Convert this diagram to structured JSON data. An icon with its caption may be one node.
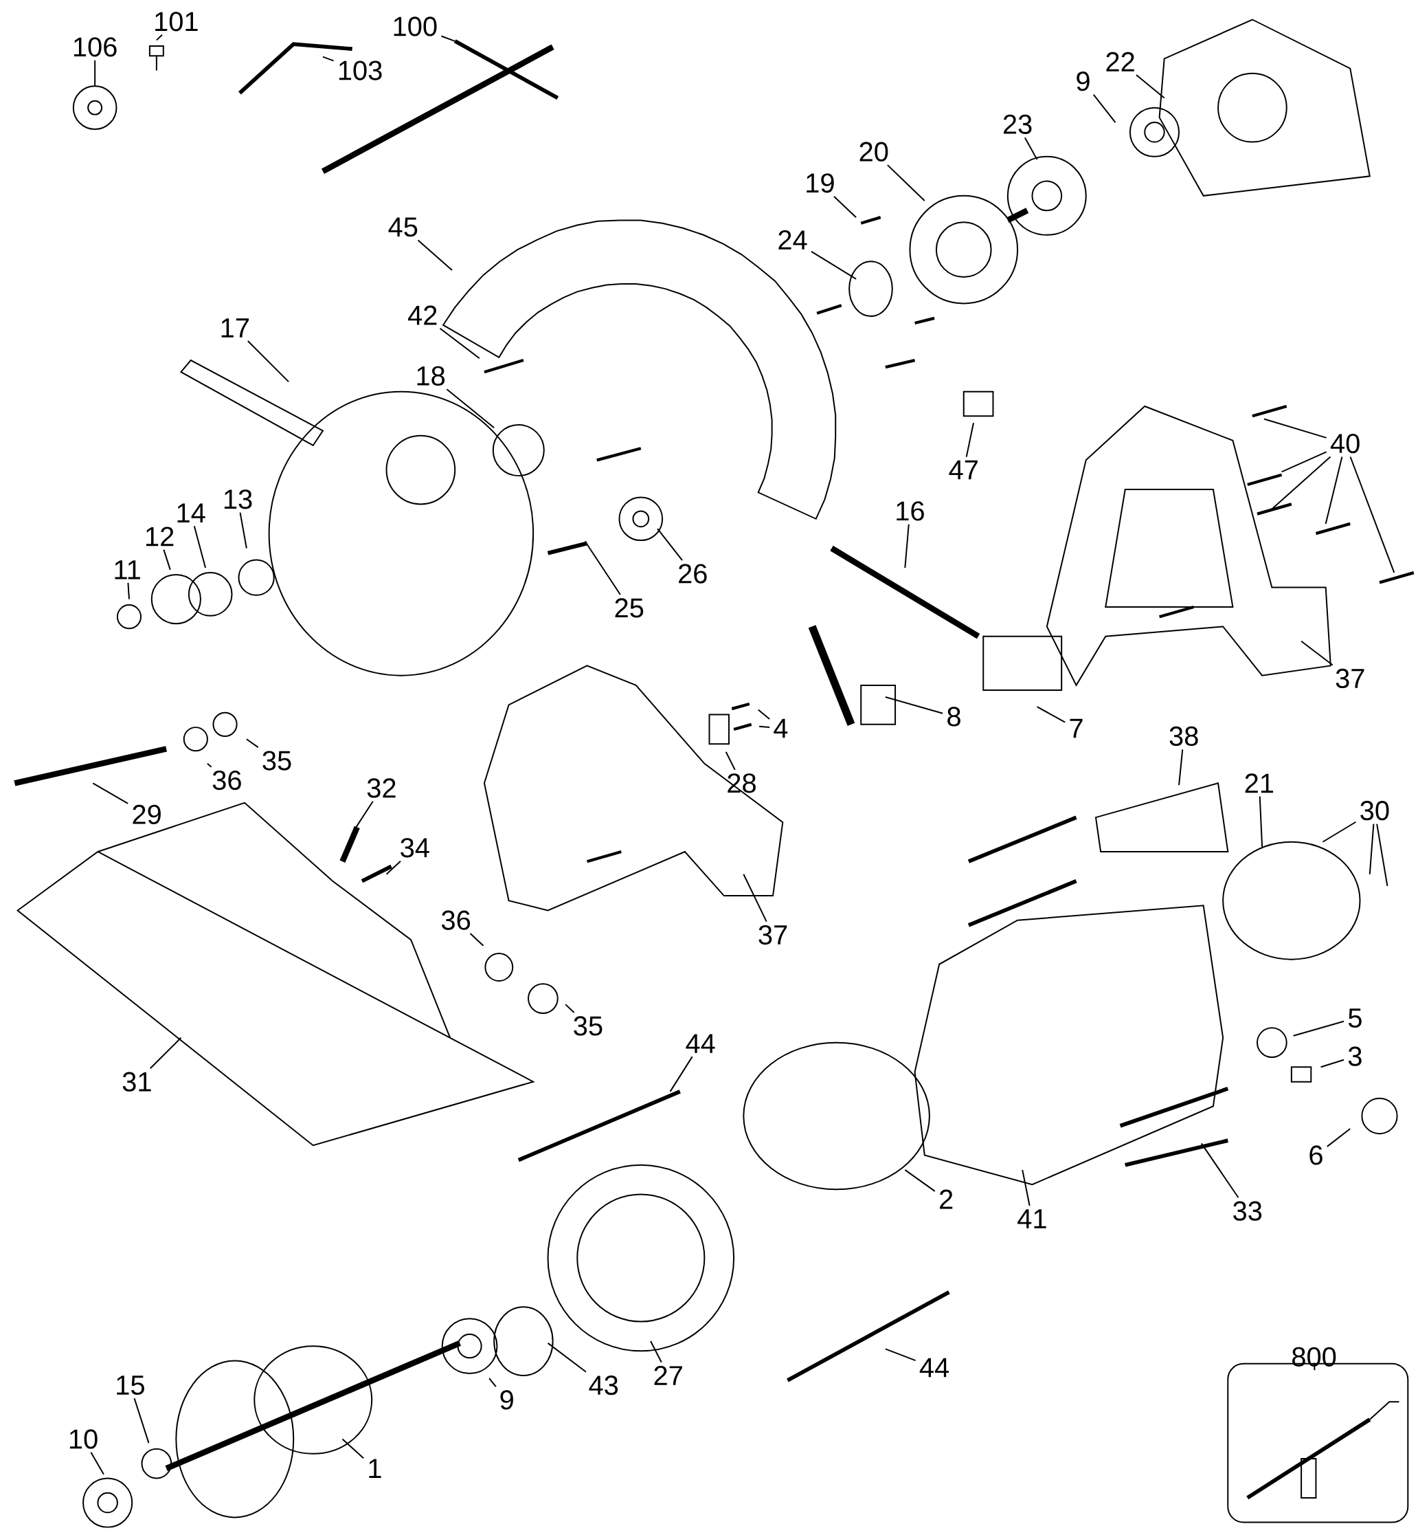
{
  "diagram": {
    "nodes": [
      {
        "text": [
          "106"
        ]
      },
      {
        "text": [
          "101"
        ]
      },
      {
        "text": [
          "103"
        ]
      },
      {
        "text": [
          "100"
        ]
      },
      {
        "text": [
          "22"
        ]
      },
      {
        "text": [
          "9"
        ]
      },
      {
        "text": [
          "23"
        ]
      },
      {
        "text": [
          "20"
        ]
      },
      {
        "text": [
          "19"
        ]
      },
      {
        "text": [
          "45"
        ]
      },
      {
        "text": [
          "24"
        ]
      },
      {
        "text": [
          "42"
        ]
      },
      {
        "text": [
          "17"
        ]
      },
      {
        "text": [
          "18"
        ]
      },
      {
        "text": [
          "47"
        ]
      },
      {
        "text": [
          "40"
        ]
      },
      {
        "text": [
          "16"
        ]
      },
      {
        "text": [
          "14"
        ]
      },
      {
        "text": [
          "13"
        ]
      },
      {
        "text": [
          "12"
        ]
      },
      {
        "text": [
          "11"
        ]
      },
      {
        "text": [
          "26"
        ]
      },
      {
        "text": [
          "25"
        ]
      },
      {
        "text": [
          "37"
        ]
      },
      {
        "text": [
          "8"
        ]
      },
      {
        "text": [
          "7"
        ]
      },
      {
        "text": [
          "4"
        ]
      },
      {
        "text": [
          "28"
        ]
      },
      {
        "text": [
          "35"
        ]
      },
      {
        "text": [
          "36"
        ]
      },
      {
        "text": [
          "38"
        ]
      },
      {
        "text": [
          "29"
        ]
      },
      {
        "text": [
          "32"
        ]
      },
      {
        "text": [
          "21"
        ]
      },
      {
        "text": [
          "30"
        ]
      },
      {
        "text": [
          "34"
        ]
      },
      {
        "text": [
          "37"
        ]
      },
      {
        "text": [
          "36"
        ]
      },
      {
        "text": [
          "35"
        ]
      },
      {
        "text": [
          "31"
        ]
      },
      {
        "text": [
          "44"
        ]
      },
      {
        "text": [
          "5"
        ]
      },
      {
        "text": [
          "3"
        ]
      },
      {
        "text": [
          "6"
        ]
      },
      {
        "text": [
          "2"
        ]
      },
      {
        "text": [
          "41"
        ]
      },
      {
        "text": [
          "33"
        ]
      },
      {
        "text": [
          "27"
        ]
      },
      {
        "text": [
          "43"
        ]
      },
      {
        "text": [
          "9"
        ]
      },
      {
        "text": [
          "44"
        ]
      },
      {
        "text": [
          "15"
        ]
      },
      {
        "text": [
          "10"
        ]
      },
      {
        "text": [
          "1"
        ]
      },
      {
        "text": [
          "800"
        ]
      },
      {
        "text": [],
        "shape": "box"
      }
    ],
    "edges": [
      {
        "from": 0,
        "to": null,
        "arrow": "none"
      },
      {
        "from": 1,
        "to": null,
        "arrow": "none"
      },
      {
        "from": 2,
        "to": null,
        "arrow": "none"
      },
      {
        "from": 3,
        "to": null,
        "arrow": "none"
      },
      {
        "from": 4,
        "to": null,
        "arrow": "none"
      },
      {
        "from": 5,
        "to": null,
        "arrow": "none"
      },
      {
        "from": 6,
        "to": null,
        "arrow": "none"
      },
      {
        "from": 7,
        "to": null,
        "arrow": "none"
      },
      {
        "from": 8,
        "to": null,
        "arrow": "none"
      },
      {
        "from": 9,
        "to": null,
        "arrow": "none"
      },
      {
        "from": 10,
        "to": null,
        "arrow": "none"
      },
      {
        "from": 11,
        "to": null,
        "arrow": "none"
      },
      {
        "from": 12,
        "to": null,
        "arrow": "none"
      },
      {
        "from": 13,
        "to": null,
        "arrow": "none"
      },
      {
        "from": 14,
        "to": null,
        "arrow": "none"
      },
      {
        "from": 15,
        "to": null,
        "arrow": "none"
      },
      {
        "from": 15,
        "to": null,
        "arrow": "none"
      },
      {
        "from": 15,
        "to": null,
        "arrow": "none"
      },
      {
        "from": 15,
        "to": null,
        "arrow": "none"
      },
      {
        "from": 15,
        "to": null,
        "arrow": "none"
      },
      {
        "from": 16,
        "to": null,
        "arrow": "none"
      },
      {
        "from": 17,
        "to": null,
        "arrow": "none"
      },
      {
        "from": 18,
        "to": null,
        "arrow": "none"
      },
      {
        "from": 19,
        "to": null,
        "arrow": "none"
      },
      {
        "from": 20,
        "to": null,
        "arrow": "none"
      },
      {
        "from": 21,
        "to": null,
        "arrow": "none"
      },
      {
        "from": 22,
        "to": null,
        "arrow": "none"
      },
      {
        "from": 23,
        "to": null,
        "arrow": "none"
      },
      {
        "from": 24,
        "to": null,
        "arrow": "none"
      },
      {
        "from": 25,
        "to": null,
        "arrow": "none"
      },
      {
        "from": 26,
        "to": null,
        "arrow": "none"
      },
      {
        "from": 26,
        "to": null,
        "arrow": "none"
      },
      {
        "from": 27,
        "to": null,
        "arrow": "none"
      },
      {
        "from": 28,
        "to": null,
        "arrow": "none"
      },
      {
        "from": 29,
        "to": null,
        "arrow": "none"
      },
      {
        "from": 30,
        "to": null,
        "arrow": "none"
      },
      {
        "from": 31,
        "to": null,
        "arrow": "none"
      },
      {
        "from": 32,
        "to": null,
        "arrow": "none"
      },
      {
        "from": 33,
        "to": null,
        "arrow": "none"
      },
      {
        "from": 34,
        "to": null,
        "arrow": "none"
      },
      {
        "from": 34,
        "to": null,
        "arrow": "none"
      },
      {
        "from": 34,
        "to": null,
        "arrow": "none"
      },
      {
        "from": 35,
        "to": null,
        "arrow": "none"
      },
      {
        "from": 36,
        "to": null,
        "arrow": "none"
      },
      {
        "from": 37,
        "to": null,
        "arrow": "none"
      },
      {
        "from": 38,
        "to": null,
        "arrow": "none"
      },
      {
        "from": 39,
        "to": null,
        "arrow": "none"
      },
      {
        "from": 40,
        "to": null,
        "arrow": "none"
      },
      {
        "from": 41,
        "to": null,
        "arrow": "none"
      },
      {
        "from": 42,
        "to": null,
        "arrow": "none"
      },
      {
        "from": 43,
        "to": null,
        "arrow": "none"
      },
      {
        "from": 44,
        "to": null,
        "arrow": "none"
      },
      {
        "from": 45,
        "to": null,
        "arrow": "none"
      },
      {
        "from": 46,
        "to": null,
        "arrow": "none"
      },
      {
        "from": 47,
        "to": null,
        "arrow": "none"
      },
      {
        "from": 48,
        "to": null,
        "arrow": "none"
      },
      {
        "from": 49,
        "to": null,
        "arrow": "none"
      },
      {
        "from": 50,
        "to": null,
        "arrow": "none"
      },
      {
        "from": 51,
        "to": null,
        "arrow": "none"
      },
      {
        "from": 52,
        "to": null,
        "arrow": "none"
      },
      {
        "from": 53,
        "to": null,
        "arrow": "none"
      },
      {
        "from": 54,
        "to": 55,
        "arrow": "none"
      }
    ]
  }
}
